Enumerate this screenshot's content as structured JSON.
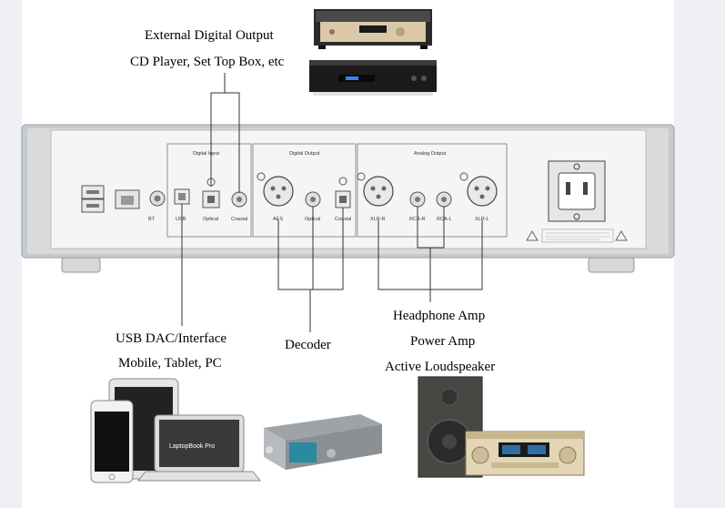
{
  "labels": {
    "ext_output": "External Digital Output",
    "cd_player": "CD Player, Set Top Box, etc",
    "usb_dac": "USB DAC/Interface",
    "mobile": "Mobile, Tablet, PC",
    "decoder": "Decoder",
    "headphone": "Headphone Amp",
    "power_amp": "Power Amp",
    "loudspeaker": "Active Loudspeaker"
  },
  "panel": {
    "digital_input": "Digital Input",
    "digital_output": "Digital Output",
    "analog_output": "Analog Output",
    "usb": "USB",
    "optical_in": "Optical",
    "coaxial_in": "Coaxial",
    "aes": "AES",
    "optical_out": "Optical",
    "coaxial_out": "Coaxial",
    "xlr_r": "XLR-R",
    "rca_r": "RCA-R",
    "rca_l": "RCA-L",
    "xlr_l": "XLR-L",
    "bt": "BT",
    "laptop_brand": "LaptopBook Pro"
  },
  "colors": {
    "chassis": "#c9cccf",
    "panel": "#f3f4f5",
    "wire": "#333333"
  }
}
